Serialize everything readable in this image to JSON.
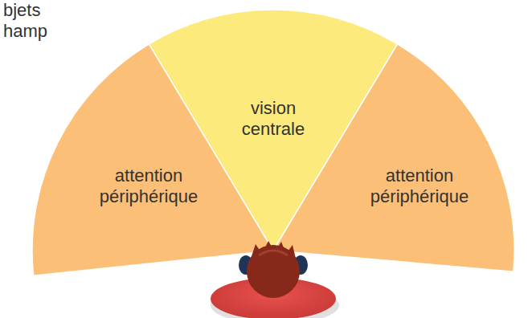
{
  "diagram": {
    "nodes": [
      {
        "text": [
          "attention périphérique"
        ]
      },
      {
        "text": [
          "vision centrale"
        ]
      },
      {
        "text": [
          "attention périphérique"
        ]
      }
    ],
    "labels": [
      "bjets",
      "hamp"
    ]
  }
}
